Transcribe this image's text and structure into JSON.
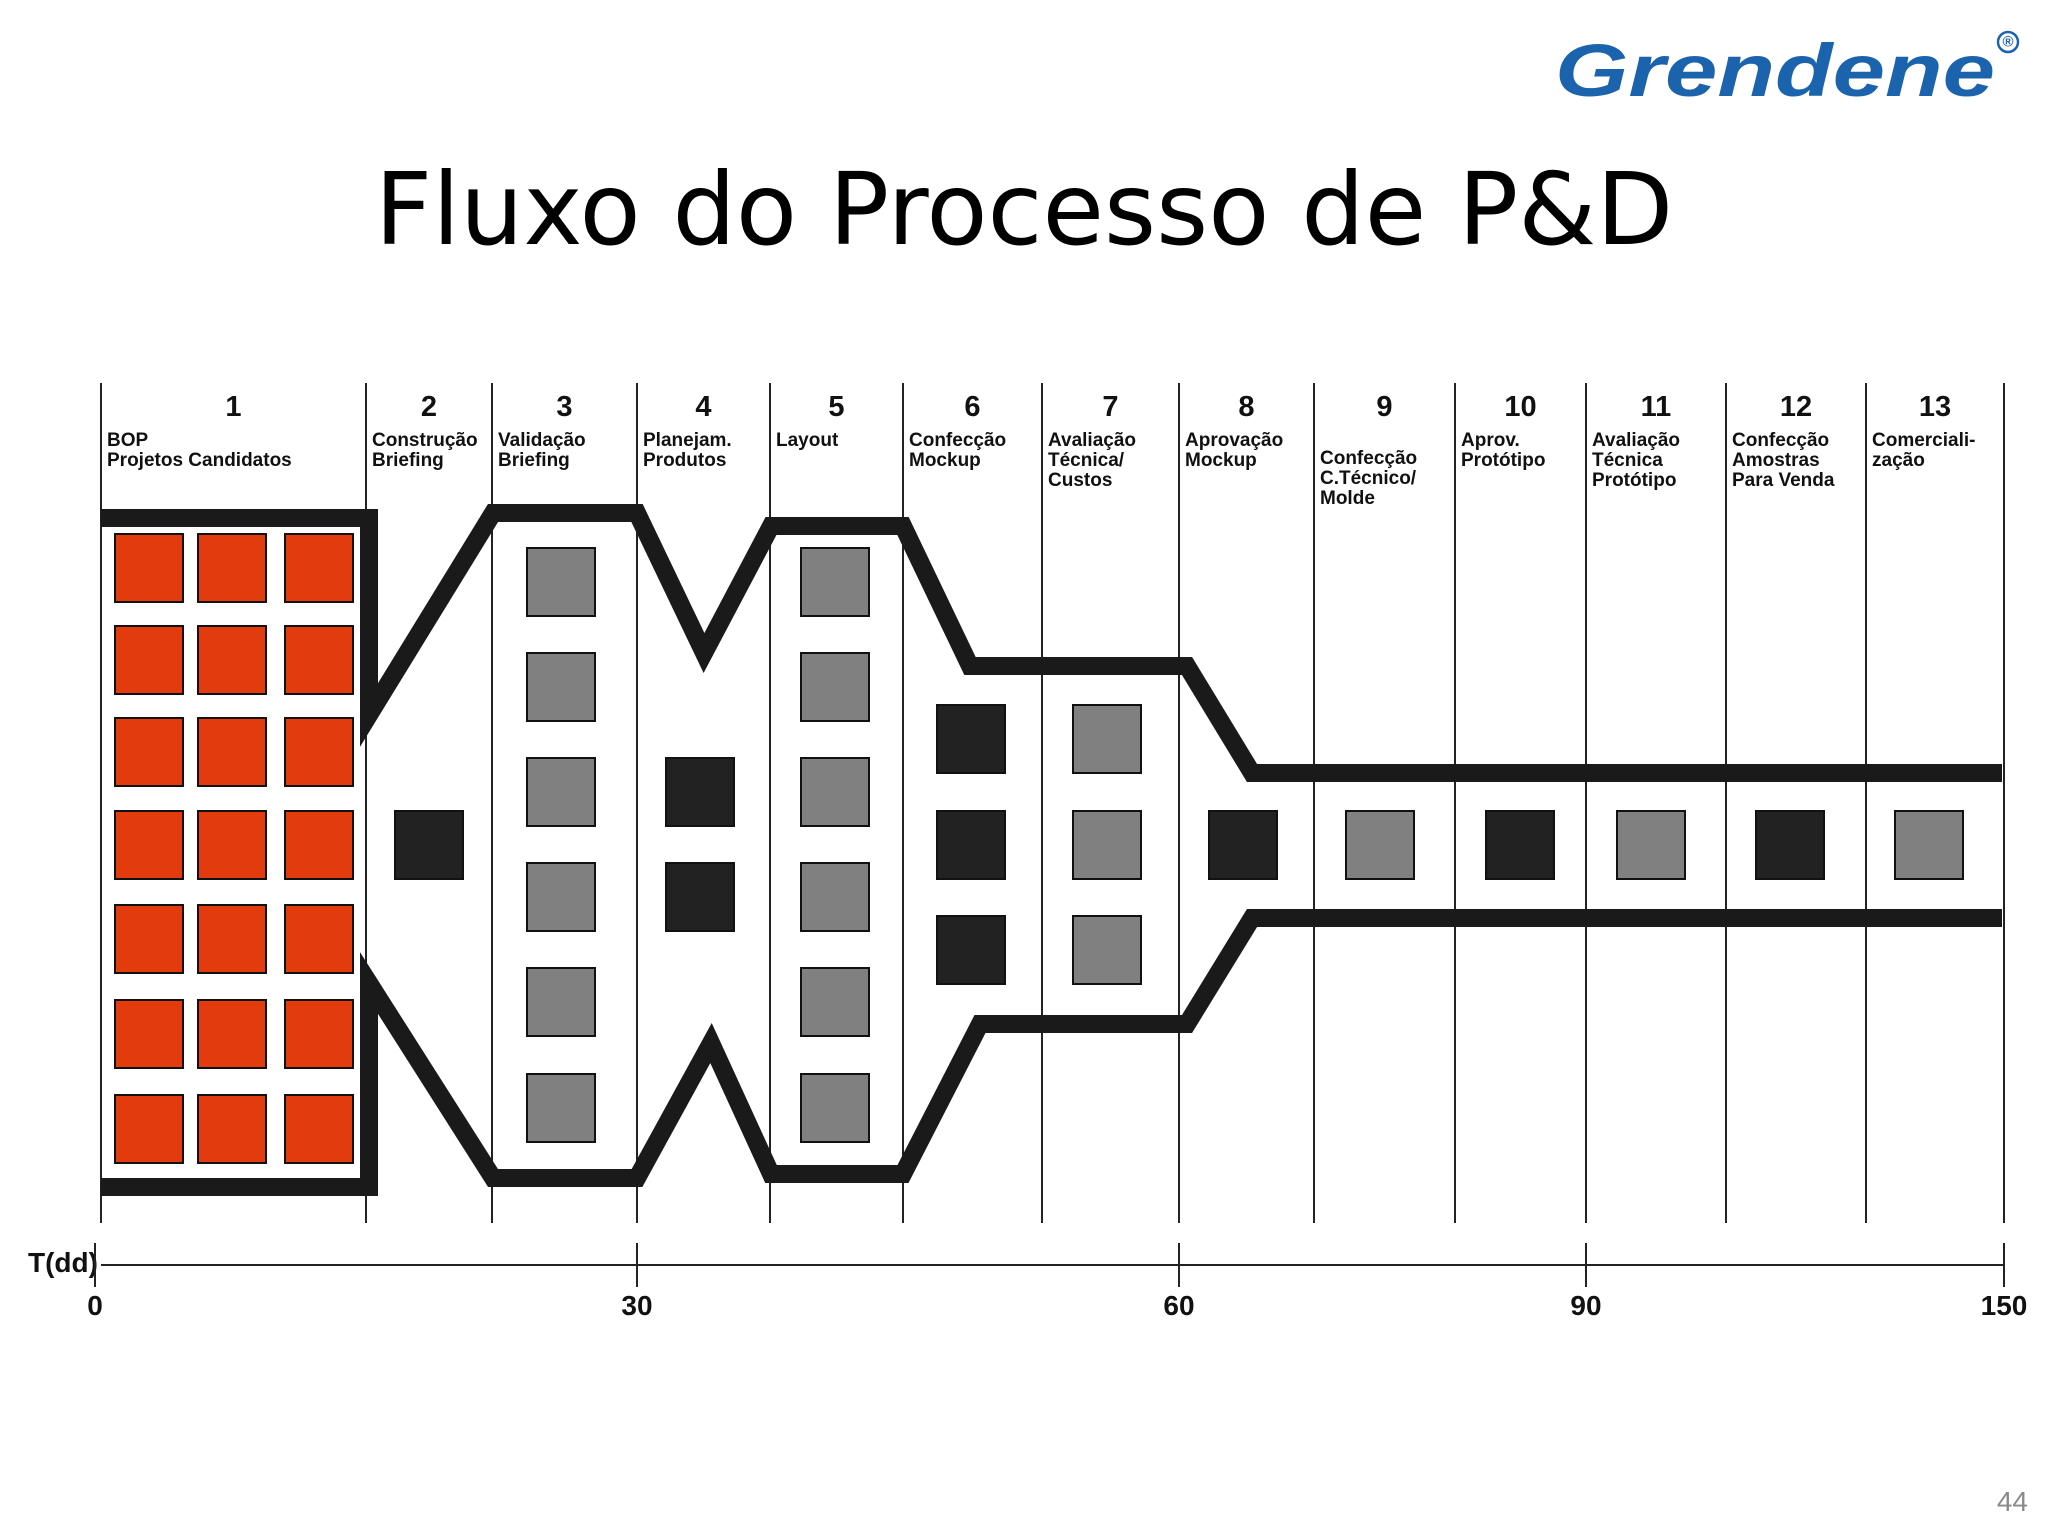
{
  "logo": {
    "text": "Grendene",
    "registered_mark": "®",
    "color": "#1b63ad"
  },
  "title": "Fluxo do Processo de P&D",
  "page_number": "44",
  "colors": {
    "candidate": "#e23b0e",
    "gray": "#808080",
    "black": "#222222",
    "outline": "#1a1a1a"
  },
  "stages": [
    {
      "number": "1",
      "lines": [
        "BOP",
        "Projetos Candidatos"
      ],
      "boxes": {
        "type": "candidate",
        "columns": 3,
        "rows": 7
      }
    },
    {
      "number": "2",
      "lines": [
        "Construção",
        "Briefing"
      ],
      "boxes": {
        "type": "black",
        "columns": 1,
        "rows": 1
      }
    },
    {
      "number": "3",
      "lines": [
        "Validação",
        "Briefing"
      ],
      "boxes": {
        "type": "gray",
        "columns": 1,
        "rows": 6
      }
    },
    {
      "number": "4",
      "lines": [
        "Planejam.",
        "Produtos"
      ],
      "boxes": {
        "type": "black",
        "columns": 1,
        "rows": 2
      }
    },
    {
      "number": "5",
      "lines": [
        "Layout"
      ],
      "boxes": {
        "type": "gray",
        "columns": 1,
        "rows": 6
      }
    },
    {
      "number": "6",
      "lines": [
        "Confecção",
        "Mockup"
      ],
      "boxes": {
        "type": "black",
        "columns": 1,
        "rows": 3
      }
    },
    {
      "number": "7",
      "lines": [
        "Avaliação",
        "Técnica/",
        "Custos"
      ],
      "boxes": {
        "type": "gray",
        "columns": 1,
        "rows": 3
      }
    },
    {
      "number": "8",
      "lines": [
        "Aprovação",
        "Mockup"
      ],
      "boxes": {
        "type": "black",
        "columns": 1,
        "rows": 1
      }
    },
    {
      "number": "9",
      "lines": [
        "Confecção",
        "C.Técnico/",
        "Molde"
      ],
      "boxes": {
        "type": "gray",
        "columns": 1,
        "rows": 1
      }
    },
    {
      "number": "10",
      "lines": [
        "Aprov.",
        "Protótipo"
      ],
      "boxes": {
        "type": "black",
        "columns": 1,
        "rows": 1
      }
    },
    {
      "number": "11",
      "lines": [
        "Avaliação",
        "Técnica",
        "Protótipo"
      ],
      "boxes": {
        "type": "gray",
        "columns": 1,
        "rows": 1
      }
    },
    {
      "number": "12",
      "lines": [
        "Confecção",
        "Amostras",
        "Para Venda"
      ],
      "boxes": {
        "type": "black",
        "columns": 1,
        "rows": 1
      }
    },
    {
      "number": "13",
      "lines": [
        "Comerciali-",
        "zação"
      ],
      "boxes": {
        "type": "gray",
        "columns": 1,
        "rows": 1
      }
    }
  ],
  "time_axis": {
    "label": "T(dd)",
    "ticks": [
      {
        "label": "0",
        "value": 0
      },
      {
        "label": "30",
        "value": 30
      },
      {
        "label": "60",
        "value": 60
      },
      {
        "label": "90",
        "value": 90
      },
      {
        "label": "150",
        "value": 150
      }
    ]
  }
}
